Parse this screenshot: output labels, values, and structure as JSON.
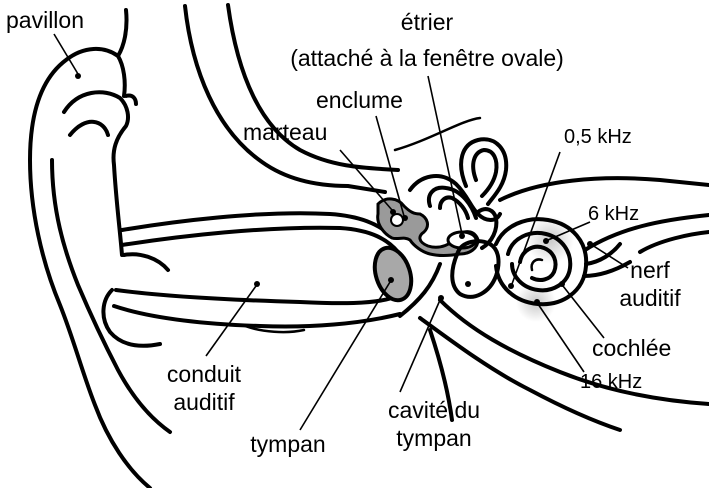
{
  "labels": {
    "pavillon": "pavillon",
    "etrier_line1": "étrier",
    "etrier_line2": "(attaché à la fenêtre ovale)",
    "enclume": "enclume",
    "marteau": "marteau",
    "freq_low": "0,5 kHz",
    "freq_mid": "6 kHz",
    "nerf_line1": "nerf",
    "nerf_line2": "auditif",
    "cochlee": "cochlée",
    "freq_high": "16 kHz",
    "conduit_line1": "conduit",
    "conduit_line2": "auditif",
    "cavite_line1": "cavité du",
    "cavite_line2": "tympan",
    "tympan": "tympan"
  },
  "colors": {
    "ink": "#000000",
    "ossicle_fill": "#9a9a9a",
    "tympan_fill": "#a8a8a8",
    "frequency_shading": "#c8c8c8",
    "background": "#ffffff"
  }
}
